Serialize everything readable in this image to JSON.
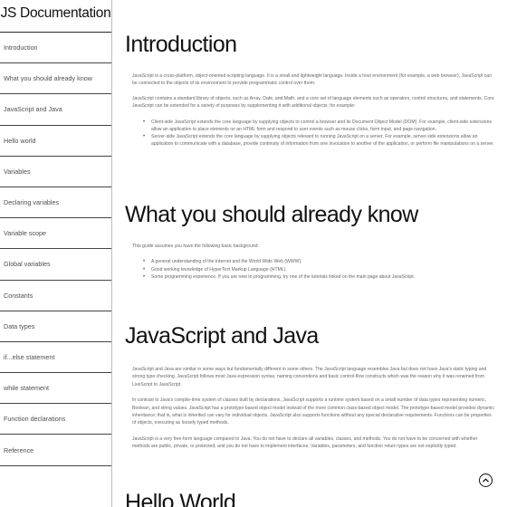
{
  "sidebar": {
    "title": "JS Documentation",
    "items": [
      {
        "label": "Introduction"
      },
      {
        "label": "What you should already know"
      },
      {
        "label": "JavaScript and Java"
      },
      {
        "label": "Hello world"
      },
      {
        "label": "Variables"
      },
      {
        "label": "Declaring variables"
      },
      {
        "label": "Variable scope"
      },
      {
        "label": "Global variables"
      },
      {
        "label": "Constants"
      },
      {
        "label": "Data types"
      },
      {
        "label": "if...else statement"
      },
      {
        "label": "while statement"
      },
      {
        "label": "Function declarations"
      },
      {
        "label": "Reference"
      }
    ]
  },
  "sections": {
    "introduction": {
      "title": "Introduction",
      "p1": "JavaScript is a cross-platform, object-oriented scripting language. It is a small and lightweight language. Inside a host environment (for example, a web browser), JavaScript can be connected to the objects of its environment to provide programmatic control over them.",
      "p2": "JavaScript contains a standard library of objects, such as Array, Date, and Math, and a core set of language elements such as operators, control structures, and statements. Core JavaScript can be extended for a variety of purposes by supplementing it with additional objects; for example:",
      "bullets": [
        "Client-side JavaScript extends the core language by supplying objects to control a browser and its Document Object Model (DOM). For example, client-side extensions allow an application to place elements on an HTML form and respond to user events such as mouse clicks, form input, and page navigation.",
        "Server-side JavaScript extends the core language by supplying objects relevant to running JavaScript on a server. For example, server-side extensions allow an application to communicate with a database, provide continuity of information from one invocation to another of the application, or perform file manipulations on a server."
      ]
    },
    "know": {
      "title": "What you should already know",
      "p1": "This guide assumes you have the following basic background:",
      "bullets": [
        "A general understanding of the Internet and the World Wide Web (WWW).",
        "Good working knowledge of HyperText Markup Language (HTML).",
        "Some programming experience. If you are new to programming, try one of the tutorials linked on the main page about JavaScript."
      ]
    },
    "java": {
      "title": "JavaScript and Java",
      "p1": "JavaScript and Java are similar in some ways but fundamentally different in some others. The JavaScript language resembles Java but does not have Java's static typing and strong type checking. JavaScript follows most Java expression syntax, naming conventions and basic control-flow constructs which was the reason why it was renamed from LiveScript to JavaScript.",
      "p2": "In contrast to Java's compile-time system of classes built by declarations, JavaScript supports a runtime system based on a small number of data types representing numeric, Boolean, and string values. JavaScript has a prototype-based object model instead of the more common class-based object model. The prototype-based model provides dynamic inheritance; that is, what is inherited can vary for individual objects. JavaScript also supports functions without any special declarative requirements. Functions can be properties of objects, executing as loosely typed methods.",
      "p3": "JavaScript is a very free-form language compared to Java. You do not have to declare all variables, classes, and methods. You do not have to be concerned with whether methods are public, private, or protected, and you do not have to implement interfaces. Variables, parameters, and function return types are not explicitly typed."
    },
    "hello": {
      "title": "Hello World"
    }
  },
  "back_to_top_icon": "chevron-up-circle-icon"
}
